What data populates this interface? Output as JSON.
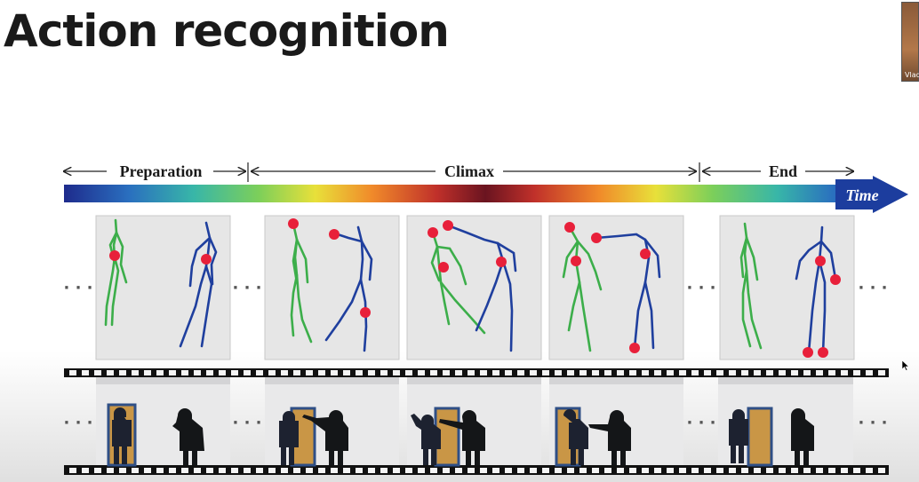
{
  "slide": {
    "title": "Action recognition"
  },
  "video": {
    "participant_label": "Vlad"
  },
  "figure": {
    "phases": [
      "Preparation",
      "Climax",
      "End"
    ],
    "time_label": "Time",
    "ellipsis": "· · ·"
  },
  "colors": {
    "skeleton_left": "#3cae4a",
    "skeleton_right": "#1f3f9e",
    "joint_highlight": "#e8203a",
    "panel_bg": "#e6e6e6",
    "arrow_tip": "#1c3d9e"
  }
}
